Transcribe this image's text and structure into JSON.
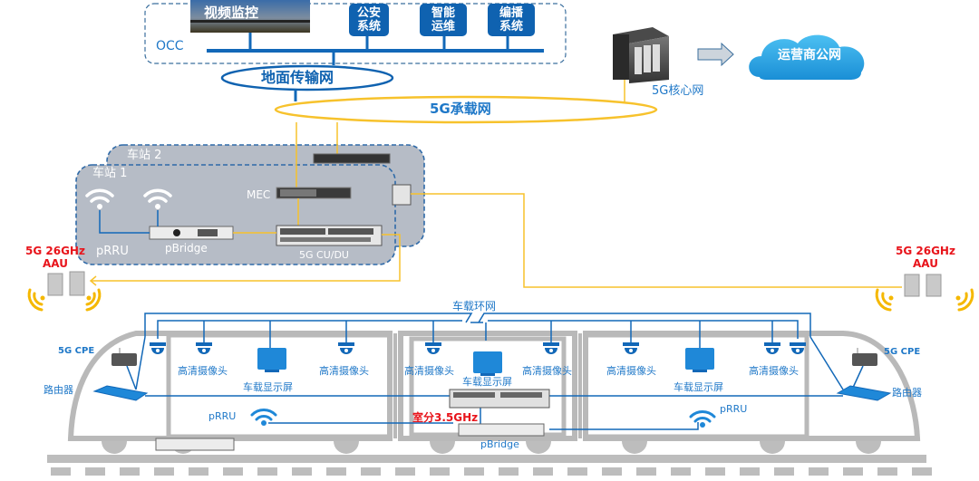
{
  "occ": {
    "label": "OCC",
    "video_monitor": "视频监控",
    "systems": [
      "公安\n系统",
      "智能\n运维",
      "编播\n系统"
    ]
  },
  "networks": {
    "ground_transport": "地面传输网",
    "bearer_5g": "5G承载网",
    "core_5g": "5G核心网",
    "operator_public": "运营商公网",
    "train_ring": "车载环网"
  },
  "stations": {
    "station_1": "车站 1",
    "station_2": "车站 2",
    "mec": "MEC",
    "cu_du": "5G CU/DU",
    "prru": "pRRU",
    "pbridge": "pBridge"
  },
  "aau": {
    "left": "5G 26GHz\nAAU",
    "right": "5G 26GHz\nAAU"
  },
  "train": {
    "cpe_left": "5G CPE",
    "cpe_right": "5G CPE",
    "router_left": "路由器",
    "router_right": "路由器",
    "cameras": [
      "高清摄像头",
      "高清摄像头",
      "高清摄像头",
      "高清摄像头",
      "高清摄像头",
      "高清摄像头"
    ],
    "displays": [
      "车载显示屏",
      "车载显示屏",
      "车载显示屏"
    ],
    "prru_left": "pRRU",
    "prru_right": "pRRU",
    "indoor": "室分3.5GHz",
    "pbridge": "pBridge"
  },
  "colors": {
    "blue": "#1f78c8",
    "dark_blue": "#0f62b0",
    "yellow": "#f7c22c",
    "red": "#e8141b",
    "gray": "#b9b9b9",
    "station_fill": "#b6bcc6",
    "cloud": "#2fa6e4"
  }
}
